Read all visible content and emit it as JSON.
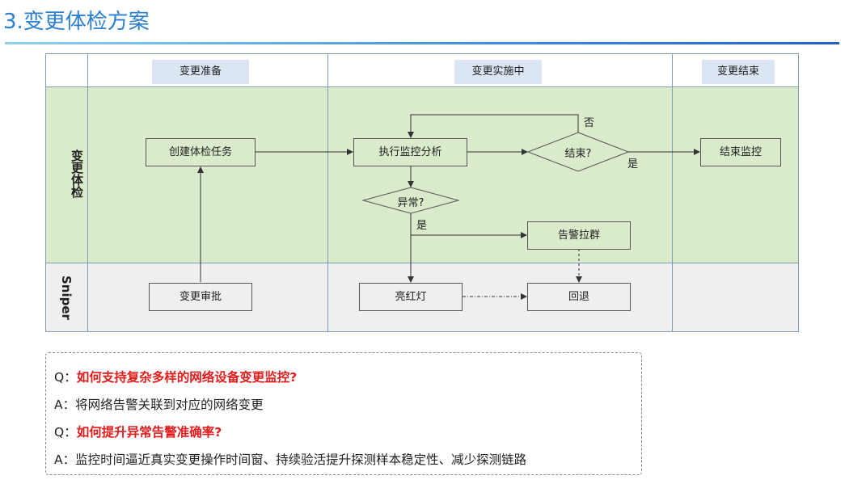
{
  "page_title": "3.变更体检方案",
  "columns": [
    "变更准备",
    "变更实施中",
    "变更结束"
  ],
  "lanes": {
    "check": "变更体检",
    "sniper": "Sniper"
  },
  "nodes": {
    "create_task": "创建体检任务",
    "exec_analysis": "执行监控分析",
    "end_question": "结束?",
    "end_monitor": "结束监控",
    "abnormal_question": "异常?",
    "alert_group": "告警拉群",
    "change_approval": "变更审批",
    "red_light": "亮红灯",
    "rollback": "回退"
  },
  "edge_labels": {
    "no": "否",
    "yes_end": "是",
    "yes_abnormal": "是"
  },
  "qa": [
    {
      "prefix": "Q：",
      "text": "如何支持复杂多样的网络设备变更监控?"
    },
    {
      "prefix": "A：",
      "text": "将网络告警关联到对应的网络变更"
    },
    {
      "prefix": "Q：",
      "text": "如何提升异常告警准确率?"
    },
    {
      "prefix": "A：",
      "text": "监控时间逼近真实变更操作时间窗、持续验活提升探测样本稳定性、减少探测链路"
    }
  ],
  "colors": {
    "accent": "#2b7fd0",
    "green_lane": "#d9ebca",
    "gray_lane": "#efefef",
    "question_red": "#e11c1c"
  }
}
